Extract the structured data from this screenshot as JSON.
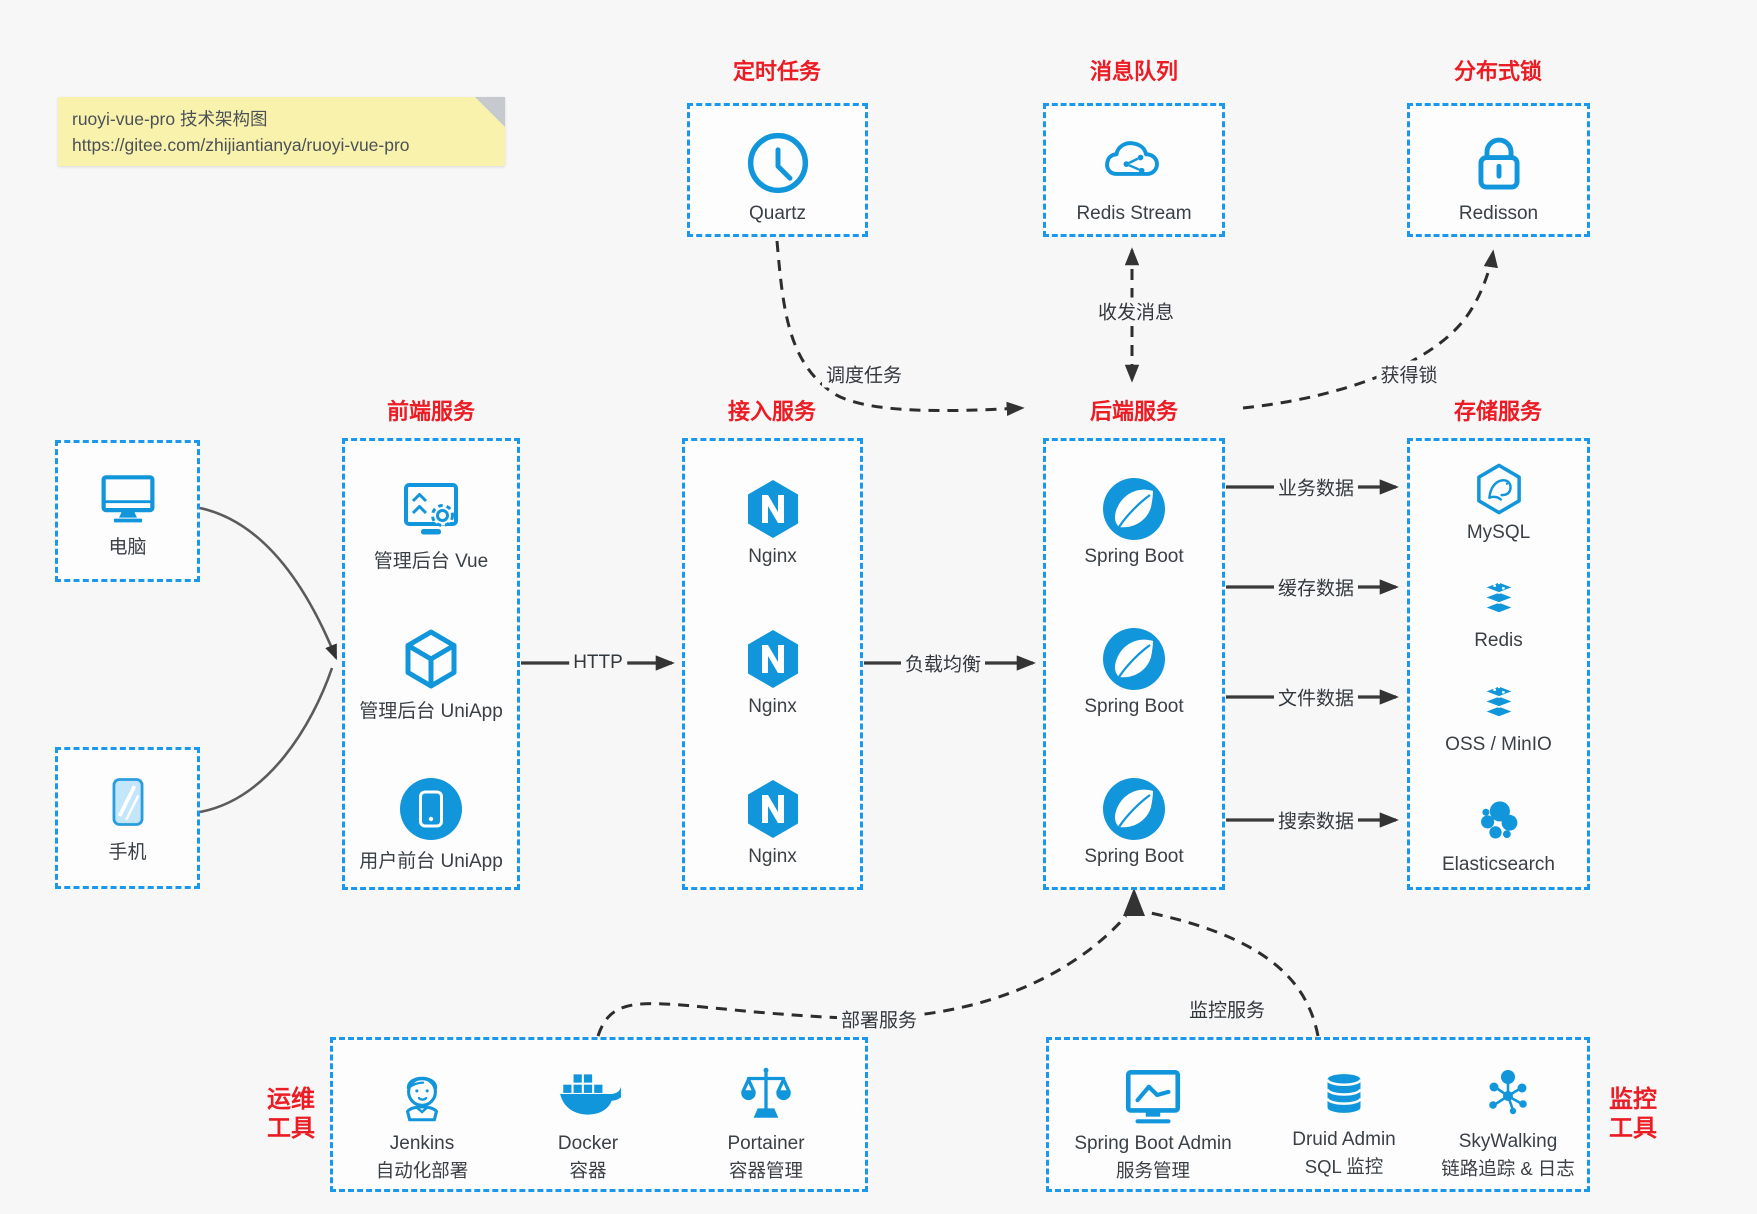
{
  "note": {
    "line1": "ruoyi-vue-pro 技术架构图",
    "line2": "https://gitee.com/zhijiantianya/ruoyi-vue-pro"
  },
  "colors": {
    "background": "#f7f7f8",
    "box_border_blue": "#1a97ee",
    "icon_blue": "#1296db",
    "title_red": "#ec1c24",
    "note_yellow": "#f8f2ac",
    "arrow_dark": "#333333"
  },
  "top": {
    "scheduled": {
      "title": "定时任务",
      "item": {
        "label": "Quartz",
        "icon": "clock-icon"
      }
    },
    "mq": {
      "title": "消息队列",
      "item": {
        "label": "Redis Stream",
        "icon": "cloud-share-icon"
      }
    },
    "lock": {
      "title": "分布式锁",
      "item": {
        "label": "Redisson",
        "icon": "lock-icon"
      }
    }
  },
  "clients": {
    "pc": {
      "label": "电脑",
      "icon": "desktop-icon"
    },
    "mobile": {
      "label": "手机",
      "icon": "smartphone-icon"
    }
  },
  "columns": {
    "frontend": {
      "title": "前端服务",
      "items": [
        {
          "label": "管理后台 Vue",
          "icon": "admin-screen-icon"
        },
        {
          "label": "管理后台 UniApp",
          "icon": "cube-icon"
        },
        {
          "label": "用户前台 UniApp",
          "icon": "mobile-app-icon"
        }
      ]
    },
    "gateway": {
      "title": "接入服务",
      "items": [
        {
          "label": "Nginx",
          "icon": "nginx-icon"
        },
        {
          "label": "Nginx",
          "icon": "nginx-icon"
        },
        {
          "label": "Nginx",
          "icon": "nginx-icon"
        }
      ]
    },
    "backend": {
      "title": "后端服务",
      "items": [
        {
          "label": "Spring Boot",
          "icon": "spring-icon"
        },
        {
          "label": "Spring Boot",
          "icon": "spring-icon"
        },
        {
          "label": "Spring Boot",
          "icon": "spring-icon"
        }
      ]
    },
    "storage": {
      "title": "存储服务",
      "items": [
        {
          "label": "MySQL",
          "icon": "mysql-icon"
        },
        {
          "label": "Redis",
          "icon": "redis-stack-icon"
        },
        {
          "label": "OSS / MinIO",
          "icon": "storage-stack-icon"
        },
        {
          "label": "Elasticsearch",
          "icon": "elasticsearch-icon"
        }
      ]
    }
  },
  "bottom": {
    "devops": {
      "side_label_line1": "运维",
      "side_label_line2": "工具",
      "items": [
        {
          "label": "Jenkins",
          "sublabel": "自动化部署",
          "icon": "jenkins-icon"
        },
        {
          "label": "Docker",
          "sublabel": "容器",
          "icon": "docker-icon"
        },
        {
          "label": "Portainer",
          "sublabel": "容器管理",
          "icon": "portainer-icon"
        }
      ]
    },
    "monitoring": {
      "side_label_line1": "监控",
      "side_label_line2": "工具",
      "items": [
        {
          "label": "Spring Boot Admin",
          "sublabel": "服务管理",
          "icon": "admin-chart-icon"
        },
        {
          "label": "Druid Admin",
          "sublabel": "SQL 监控",
          "icon": "database-icon"
        },
        {
          "label": "SkyWalking",
          "sublabel": "链路追踪 & 日志",
          "icon": "topology-icon"
        }
      ]
    }
  },
  "edges": {
    "http": "HTTP",
    "load_balance": "负载均衡",
    "schedule_task": "调度任务",
    "send_receive_message": "收发消息",
    "acquire_lock": "获得锁",
    "business_data": "业务数据",
    "cache_data": "缓存数据",
    "file_data": "文件数据",
    "search_data": "搜索数据",
    "deploy_service": "部署服务",
    "monitor_service": "监控服务"
  }
}
